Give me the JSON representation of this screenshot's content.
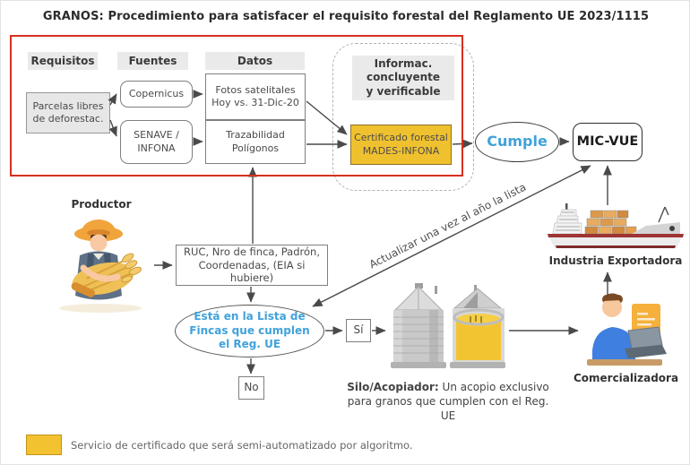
{
  "title": "GRANOS: Procedimiento para satisfacer el requisito forestal del Reglamento UE 2023/1115",
  "colors": {
    "accent_yellow": "#F0C12F",
    "frame_red": "#D6301F",
    "highlight_blue": "#3FA2DB",
    "header_gray": "#EAEAEA"
  },
  "icons": {
    "farmer": "farmer-with-wheat",
    "silos": "grain-silos",
    "ship": "cargo-ship",
    "trader": "person-with-laptop"
  },
  "top_flow": {
    "headers": {
      "requisitos": "Requisitos",
      "fuentes": "Fuentes",
      "datos": "Datos"
    },
    "parcelas": "Parcelas libres\nde deforestac.",
    "copernicus": "Copernicus",
    "senave": "SENAVE /\nINFONA",
    "fotos": "Fotos satelitales\nHoy vs. 31-Dic-20",
    "trazabilidad": "Trazabilidad\nPolígonos",
    "informac": "Informac.\nconcluyente\ny verificable",
    "certificado": "Certificado forestal\nMADES-INFONA"
  },
  "decision_flow": {
    "cumple": "Cumple",
    "micvue": "MIC-VUE",
    "productor_label": "Productor",
    "ruc": "RUC, Nro de finca, Padrón,\nCoordenadas, (EIA si hubiere)",
    "lista": "Está en la Lista de\nFincas que cumplen\nel Reg. UE",
    "si": "Sí",
    "no": "No",
    "actualizar": "Actualizar una vez al año la lista",
    "silo_caption_bold": "Silo/Acopiador:",
    "silo_caption_rest": " Un acopio exclusivo para granos que cumplen con el Reg. UE",
    "comercializadora_label": "Comercializadora",
    "industria_label": "Industria Exportadora"
  },
  "legend": {
    "text": "Servicio de certificado que será semi-automatizado por algoritmo."
  }
}
